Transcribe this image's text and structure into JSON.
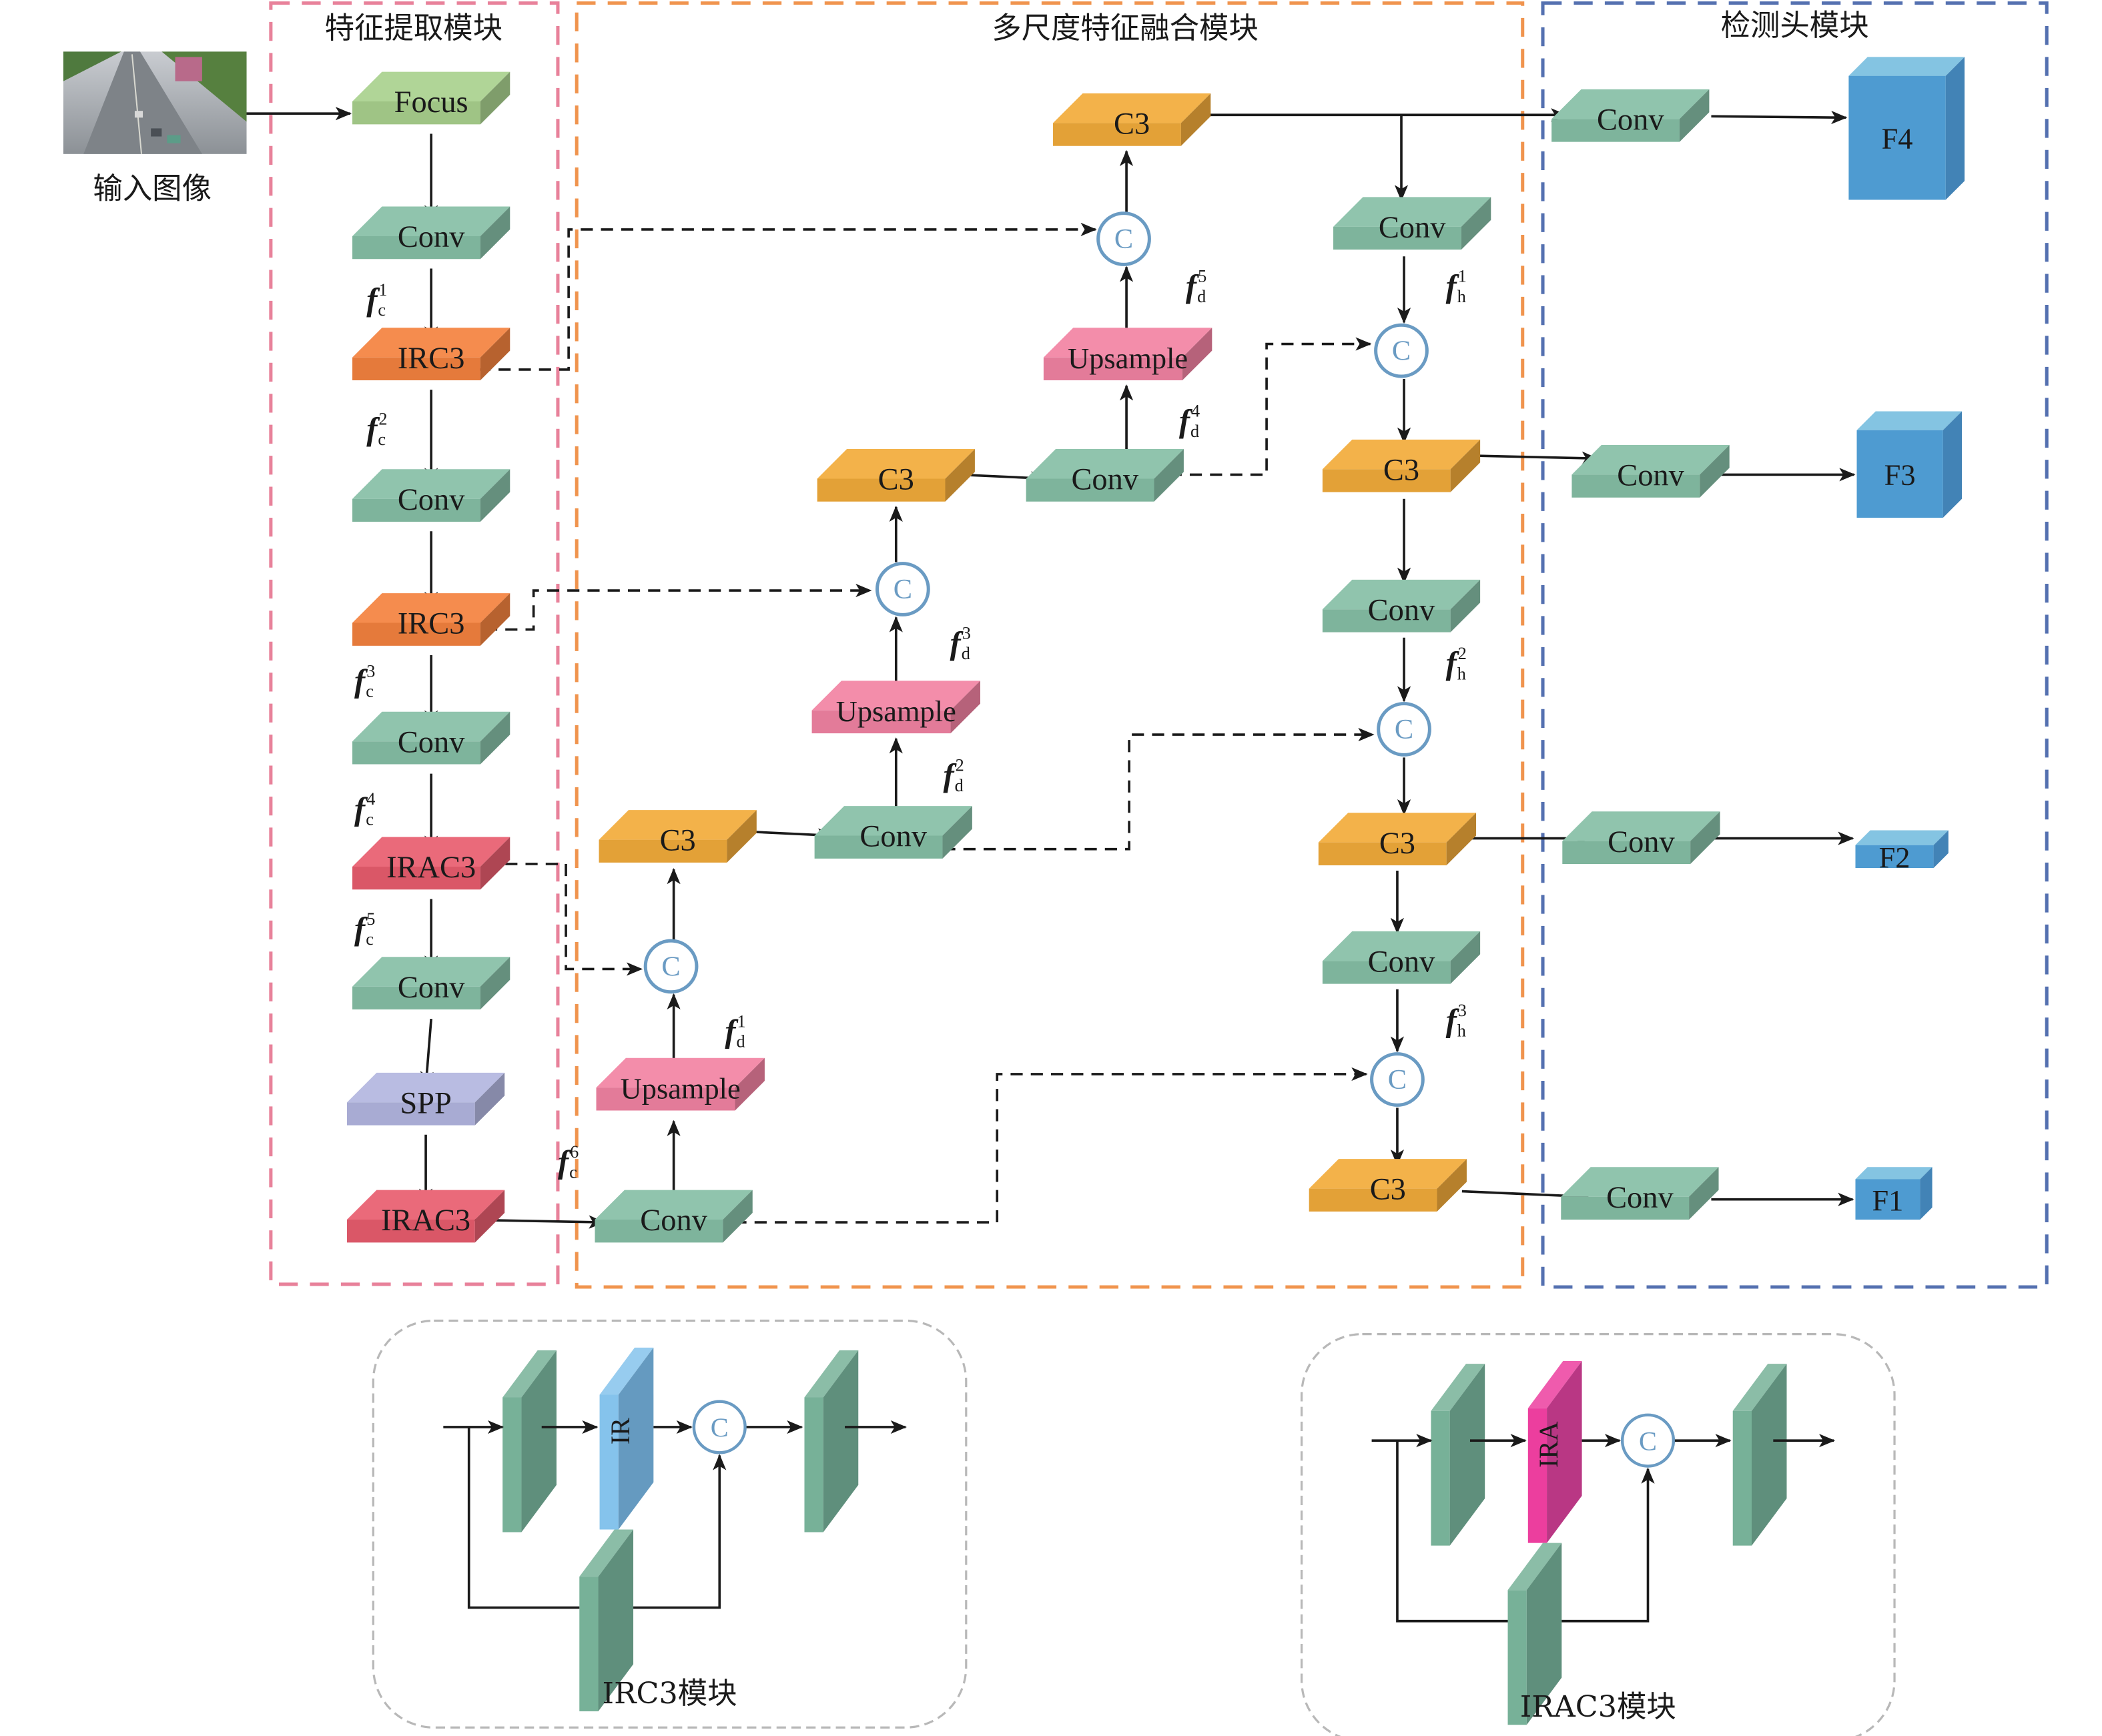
{
  "input": {
    "label": "输入图像",
    "icon": "road-photo-thumbnail"
  },
  "groups": {
    "backbone": {
      "title": "特征提取模块",
      "color": "#E8819A"
    },
    "neck": {
      "title": "多尺度特征融合模块",
      "color": "#F0944E"
    },
    "head": {
      "title": "检测头模块",
      "color": "#5470B0"
    }
  },
  "colors": {
    "focus": "#A9D18E",
    "conv": "#86BFA6",
    "irc3": "#F4823F",
    "irac3": "#E85D6E",
    "spp": "#B3B6E0",
    "upsample": "#F283A3",
    "c3": "#F2AB3A",
    "out": "#4E9BD1",
    "concat": "#6A9BC3",
    "ir": "#85C3EC",
    "ira": "#EC3E9E"
  },
  "backbone": [
    {
      "id": "focus",
      "label": "Focus",
      "kind": "focus"
    },
    {
      "id": "b-conv1",
      "label": "Conv",
      "kind": "conv",
      "feature": {
        "base": "f",
        "sub": "c",
        "sup": "1"
      }
    },
    {
      "id": "b-irc3-1",
      "label": "IRC3",
      "kind": "irc3",
      "feature": {
        "base": "f",
        "sub": "c",
        "sup": "2"
      }
    },
    {
      "id": "b-conv2",
      "label": "Conv",
      "kind": "conv"
    },
    {
      "id": "b-irc3-2",
      "label": "IRC3",
      "kind": "irc3",
      "feature": {
        "base": "f",
        "sub": "c",
        "sup": "3"
      }
    },
    {
      "id": "b-conv3",
      "label": "Conv",
      "kind": "conv",
      "feature": {
        "base": "f",
        "sub": "c",
        "sup": "4"
      }
    },
    {
      "id": "b-irac3-1",
      "label": "IRAC3",
      "kind": "irac3",
      "feature": {
        "base": "f",
        "sub": "c",
        "sup": "5"
      }
    },
    {
      "id": "b-conv4",
      "label": "Conv",
      "kind": "conv"
    },
    {
      "id": "b-spp",
      "label": "SPP",
      "kind": "spp"
    },
    {
      "id": "b-irac3-2",
      "label": "IRAC3",
      "kind": "irac3",
      "feature": {
        "base": "f",
        "sub": "c",
        "sup": "6"
      }
    }
  ],
  "neck": [
    {
      "id": "n-conv1",
      "label": "Conv",
      "kind": "conv"
    },
    {
      "id": "n-up1",
      "label": "Upsample",
      "kind": "upsample",
      "feature": {
        "base": "f",
        "sub": "d",
        "sup": "1"
      }
    },
    {
      "id": "n-cat1",
      "label": "C",
      "kind": "concat"
    },
    {
      "id": "n-c3-1",
      "label": "C3",
      "kind": "c3"
    },
    {
      "id": "n-conv2",
      "label": "Conv",
      "kind": "conv",
      "feature": {
        "base": "f",
        "sub": "d",
        "sup": "2"
      }
    },
    {
      "id": "n-up2",
      "label": "Upsample",
      "kind": "upsample",
      "feature": {
        "base": "f",
        "sub": "d",
        "sup": "3"
      }
    },
    {
      "id": "n-cat2",
      "label": "C",
      "kind": "concat"
    },
    {
      "id": "n-c3-2",
      "label": "C3",
      "kind": "c3"
    },
    {
      "id": "n-conv3",
      "label": "Conv",
      "kind": "conv",
      "feature": {
        "base": "f",
        "sub": "d",
        "sup": "4"
      }
    },
    {
      "id": "n-up3",
      "label": "Upsample",
      "kind": "upsample",
      "feature": {
        "base": "f",
        "sub": "d",
        "sup": "5"
      }
    },
    {
      "id": "n-cat3",
      "label": "C",
      "kind": "concat"
    },
    {
      "id": "n-c3-3",
      "label": "C3",
      "kind": "c3"
    },
    {
      "id": "p-conv1",
      "label": "Conv",
      "kind": "conv",
      "feature": {
        "base": "f",
        "sub": "h",
        "sup": "1"
      }
    },
    {
      "id": "p-cat1",
      "label": "C",
      "kind": "concat"
    },
    {
      "id": "p-c3-1",
      "label": "C3",
      "kind": "c3"
    },
    {
      "id": "p-conv2",
      "label": "Conv",
      "kind": "conv",
      "feature": {
        "base": "f",
        "sub": "h",
        "sup": "2"
      }
    },
    {
      "id": "p-cat2",
      "label": "C",
      "kind": "concat"
    },
    {
      "id": "p-c3-2",
      "label": "C3",
      "kind": "c3"
    },
    {
      "id": "p-conv3",
      "label": "Conv",
      "kind": "conv",
      "feature": {
        "base": "f",
        "sub": "h",
        "sup": "3"
      }
    },
    {
      "id": "p-cat3",
      "label": "C",
      "kind": "concat"
    },
    {
      "id": "p-c3-3",
      "label": "C3",
      "kind": "c3"
    }
  ],
  "head": [
    {
      "id": "h-conv4",
      "label": "Conv",
      "kind": "conv",
      "output": "F4"
    },
    {
      "id": "h-conv3",
      "label": "Conv",
      "kind": "conv",
      "output": "F3"
    },
    {
      "id": "h-conv2",
      "label": "Conv",
      "kind": "conv",
      "output": "F2"
    },
    {
      "id": "h-conv1",
      "label": "Conv",
      "kind": "conv",
      "output": "F1"
    }
  ],
  "insets": {
    "irc3": {
      "title": "IRC3模块",
      "block_label": "IR",
      "concat_label": "C"
    },
    "irac3": {
      "title": "IRAC3模块",
      "block_label": "IRA",
      "concat_label": "C"
    }
  }
}
